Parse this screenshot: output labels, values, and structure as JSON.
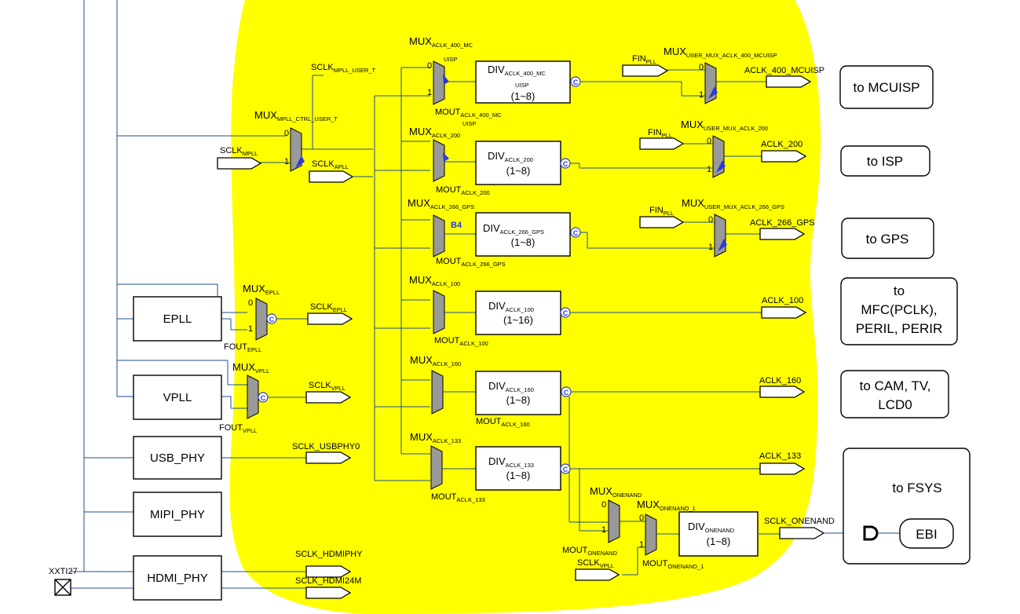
{
  "colors": {
    "highlight": "#ffff00",
    "wire": "#1f4e8c",
    "mux_fill": "#999999",
    "clock_gate": "#2a3bd6"
  },
  "plls": [
    {
      "id": "epll",
      "label": "EPLL"
    },
    {
      "id": "vpll",
      "label": "VPLL"
    },
    {
      "id": "usb_phy",
      "label": "USB_PHY"
    },
    {
      "id": "mipi_phy",
      "label": "MIPI_PHY"
    },
    {
      "id": "hdmi_phy",
      "label": "HDMI_PHY"
    }
  ],
  "xxti": {
    "label": "XXTI27"
  },
  "muxes": {
    "mpll": {
      "main": "MUX",
      "sub": "MPLL_CTRL_USER_T"
    },
    "epll": {
      "main": "MUX",
      "sub": "EPLL"
    },
    "vpll": {
      "main": "MUX",
      "sub": "VPLL"
    },
    "a400": {
      "main": "MUX",
      "sub": "ACLK_400_MC",
      "tag": "UISP"
    },
    "a200": {
      "main": "MUX",
      "sub": "ACLK_200"
    },
    "a266": {
      "main": "MUX",
      "sub": "ACLK_266_GPS",
      "tag": "B4"
    },
    "a100": {
      "main": "MUX",
      "sub": "ACLK_100"
    },
    "a160": {
      "main": "MUX",
      "sub": "ACLK_160"
    },
    "a133": {
      "main": "MUX",
      "sub": "ACLK_133"
    },
    "u400": {
      "main": "MUX",
      "sub": "USER_MUX_ACLK_400_MCUISP"
    },
    "u200": {
      "main": "MUX",
      "sub": "USER_MUX_ACLK_200"
    },
    "u266": {
      "main": "MUX",
      "sub": "USER_MUX_ACLK_266_GPS"
    },
    "onenand": {
      "main": "MUX",
      "sub": "ONENAND"
    },
    "onenand1": {
      "main": "MUX",
      "sub": "ONENAND_1"
    }
  },
  "mouts": {
    "epll": {
      "main": "FOUT",
      "sub": "EPLL"
    },
    "vpll": {
      "main": "FOUT",
      "sub": "VPLL"
    },
    "a400": {
      "main": "MOUT",
      "sub": "ACLK_400_MC",
      "sub2": "UISP"
    },
    "a200": {
      "main": "MOUT",
      "sub": "ACLK_200"
    },
    "a266": {
      "main": "MOUT",
      "sub": "ACLK_266_GPS"
    },
    "a100": {
      "main": "MOUT",
      "sub": "ACLK_100"
    },
    "a160": {
      "main": "MOUT",
      "sub": "ACLK_160"
    },
    "a133": {
      "main": "MOUT",
      "sub": "ACLK_133"
    },
    "onenand": {
      "main": "MOUT",
      "sub": "ONENAND"
    },
    "onenand1": {
      "main": "MOUT",
      "sub": "ONENAND_1"
    }
  },
  "dividers": {
    "a400": {
      "main": "DIV",
      "sub": "ACLK_400_MC",
      "sub2": "UISP",
      "range": "(1~8)"
    },
    "a200": {
      "main": "DIV",
      "sub": "ACLK_200",
      "range": "(1~8)"
    },
    "a266": {
      "main": "DIV",
      "sub": "ACLK_266_GPS",
      "range": "(1~8)"
    },
    "a100": {
      "main": "DIV",
      "sub": "ACLK_100",
      "range": "(1~16)"
    },
    "a160": {
      "main": "DIV",
      "sub": "ACLK_160",
      "range": "(1~8)"
    },
    "a133": {
      "main": "DIV",
      "sub": "ACLK_133",
      "range": "(1~8)"
    },
    "onenand": {
      "main": "DIV",
      "sub": "ONENAND",
      "range": "(1~8)"
    }
  },
  "signals": {
    "sclk_mpll_user": {
      "main": "SCLK",
      "sub": "MPLL_USER_T"
    },
    "sclk_mpll": {
      "main": "SCLK",
      "sub": "MPLL"
    },
    "sclk_apll": {
      "main": "SCLK",
      "sub": "APLL"
    },
    "sclk_epll": {
      "main": "SCLK",
      "sub": "EPLL"
    },
    "sclk_vpll": {
      "main": "SCLK",
      "sub": "VPLL"
    },
    "sclk_vpll2": {
      "main": "SCLK",
      "sub": "VPLL"
    },
    "sclk_usbphy0": {
      "main": "SCLK_USBPHY0"
    },
    "sclk_hdmiphy": {
      "main": "SCLK_HDMIPHY"
    },
    "sclk_hdmi24m": {
      "main": "SCLK_HDMI24M"
    },
    "fin1": {
      "main": "FIN",
      "sub": "PLL"
    },
    "fin2": {
      "main": "FIN",
      "sub": "PLL"
    },
    "fin3": {
      "main": "FIN",
      "sub": "PLL"
    },
    "aclk400": {
      "main": "ACLK_400_MCUISP"
    },
    "aclk200": {
      "main": "ACLK_200"
    },
    "aclk266": {
      "main": "ACLK_266_GPS"
    },
    "aclk100": {
      "main": "ACLK_100"
    },
    "aclk160": {
      "main": "ACLK_160"
    },
    "aclk133": {
      "main": "ACLK_133"
    },
    "sclk_onenand": {
      "main": "SCLK_ONENAND"
    }
  },
  "mux_inputs": {
    "zero": "0",
    "one": "1"
  },
  "clock_gate_symbol": "C",
  "destinations": {
    "mcuisp": [
      "to MCUISP"
    ],
    "isp": [
      "to ISP"
    ],
    "gps": [
      "to GPS"
    ],
    "mfc": [
      "to",
      "MFC(PCLK),",
      "PERIL, PERIR"
    ],
    "cam": [
      "to CAM, TV,",
      "LCD0"
    ],
    "fsys": [
      "to FSYS"
    ],
    "ebi": [
      "EBI"
    ]
  }
}
